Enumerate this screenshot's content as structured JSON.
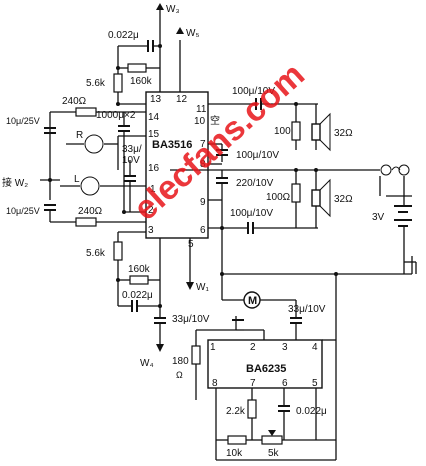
{
  "watermark": "elecfans.com",
  "chips": {
    "amp": "BA3516",
    "motor": "BA6235"
  },
  "labels": {
    "w3": "W₃",
    "w5": "W₅",
    "w1": "W₁",
    "w4": "W₄",
    "jack": "接 W₂",
    "c_top": "0.022μ",
    "r_56k_top": "5.6k",
    "r_160k_top": "160k",
    "c_10u_a": "10μ/25V",
    "r_240_a": "240Ω",
    "c_1000": "1000μ×2",
    "r_label": "R",
    "l_label": "L",
    "c_10u_b": "10μ/25V",
    "r_240_b": "240Ω",
    "c_33u_a": "33μ/",
    "c_33u_a2": "10V",
    "r_56k_bot": "5.6k",
    "r_160k_bot": "160k",
    "c_bot": "0.022μ",
    "c_33u_b": "33μ/10V",
    "c_out_a": "100μ/10V",
    "c_out_b": "100μ/10V",
    "c_out_c": "100μ/10V",
    "c_220": "220/10V",
    "r_100_a": "100",
    "r_100_b": "100Ω",
    "spk_a": "32Ω",
    "spk_b": "32Ω",
    "empty_pin": "空",
    "battery": "3V",
    "motor_sym": "M",
    "c_33u_c": "33μ/10V",
    "r_180": "180",
    "r_180_u": "Ω",
    "r_22k": "2.2k",
    "c_0022_m": "0.022μ",
    "r_10k": "10k",
    "r_5k": "5k"
  },
  "pins_amp": {
    "p13": "13",
    "p12": "12",
    "p11": "11",
    "p10": "10",
    "p14": "14",
    "p15": "15",
    "p16": "16",
    "p7": "7",
    "p8": "8",
    "p1": "1",
    "p2": "2",
    "p9": "9",
    "p3": "3",
    "p6": "6",
    "p5": "5"
  },
  "pins_motor": {
    "p1": "1",
    "p2": "2",
    "p3": "3",
    "p4": "4",
    "p5": "5",
    "p6": "6",
    "p7": "7",
    "p8": "8"
  }
}
